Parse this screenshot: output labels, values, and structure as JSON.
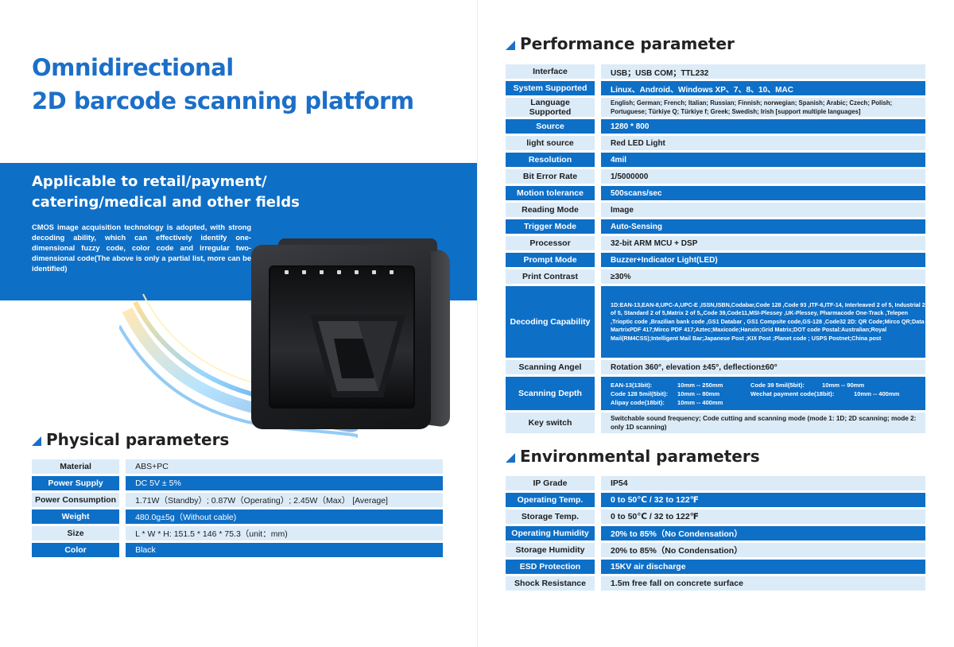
{
  "title": {
    "line1": "Omnidirectional",
    "line2": "2D barcode scanning platform"
  },
  "banner": {
    "heading1": "Applicable to retail/payment/",
    "heading2": "catering/medical and other fields",
    "text": "CMOS image acquisition technology is adopted, with strong decoding ability, which can effectively identify one-dimensional fuzzy code, color code and irregular two-dimensional code(The above is only a partial list, more can be identified)"
  },
  "physical": {
    "title": "Physical parameters",
    "rows": [
      {
        "key": "Material",
        "value": "ABS+PC"
      },
      {
        "key": "Power Supply",
        "value": "DC 5V ± 5%"
      },
      {
        "key": "Power Consumption",
        "value": "1.71W（Standby）; 0.87W（Operating）; 2.45W（Max） [Average]"
      },
      {
        "key": "Weight",
        "value": "480.0g±5g（Without cable)"
      },
      {
        "key": "Size",
        "value": "L * W * H:  151.5 * 146 * 75.3（unit：mm)"
      },
      {
        "key": "Color",
        "value": "Black"
      }
    ]
  },
  "performance": {
    "title": "Performance parameter",
    "rows": [
      {
        "key": "Interface",
        "value": "USB；USB COM；TTL232"
      },
      {
        "key": "System Supported",
        "value": "Linux、Android、Windows XP、7、8、10、MAC"
      },
      {
        "key": "Language Supported",
        "value": "English; German; French; Italian; Russian; Finnish; norwegian; Spanish; Arabic; Czech; Polish; Portuguese; Türkiye Q; Türkiye f; Greek; Swedish; Irish [support multiple languages]"
      },
      {
        "key": "Source",
        "value": "1280 * 800"
      },
      {
        "key": "light source",
        "value": "Red LED Light"
      },
      {
        "key": "Resolution",
        "value": "4mil"
      },
      {
        "key": "Bit Error Rate",
        "value": "1/5000000"
      },
      {
        "key": "Motion tolerance",
        "value": "500scans/sec"
      },
      {
        "key": "Reading Mode",
        "value": "Image"
      },
      {
        "key": "Trigger Mode",
        "value": "Auto-Sensing"
      },
      {
        "key": "Processor",
        "value": "32-bit ARM MCU + DSP"
      },
      {
        "key": "Prompt Mode",
        "value": "Buzzer+Indicator Light(LED)"
      },
      {
        "key": "Print Contrast",
        "value": "≥30%"
      },
      {
        "key": "Decoding Capability",
        "value": "1D:EAN-13,EAN-8,UPC-A,UPC-E ,ISSN,ISBN,Codabar,Code 128 ,Code 93 ,ITF-6,ITF-14, Interleaved 2 of 5, Industrial 2 of 5, Standard 2 of 5,Matrix 2 of 5,,Code 39,Code11,MSI-Plessey ,UK-Plessey, Pharmacode One-Track ,Telepen ,Trioptic code ,Brazilian bank code ,GS1 Databar , GS1 Compsite code,GS-128 ,Code32  2D: QR Code;Mirco QR;Data MartrixPDF 417;Mirco PDF 417;Aztec;Maxicode;Hanxin;Grid Matrix;DOT code Postal:Australian;Royal Mail(RM4CSS);Intelligent Mail Bar;Japanese Post ;KIX Post ;Planet code ; USPS Postnet;China post"
      },
      {
        "key": "Scanning Angel",
        "value": "Rotation 360°, elevation ±45°, deflection±60°"
      },
      {
        "key": "Scanning Depth",
        "value": ""
      },
      {
        "key": "Key switch",
        "value": "Switchable sound frequency; Code cutting and scanning mode (mode 1: 1D; 2D scanning; mode 2: only 1D scanning)"
      }
    ],
    "depth": [
      {
        "label": "EAN-13(13bit):",
        "range": "10mm -- 250mm"
      },
      {
        "label": "Code 39 5mil(5bit):",
        "range": "10mm -- 90mm"
      },
      {
        "label": "Code 128 5mil(5bit):",
        "range": "10mm -- 80mm"
      },
      {
        "label": "Wechat payment code(18bit):",
        "range": "10mm -- 400mm"
      },
      {
        "label": "Alipay code(18bit):",
        "range": "10mm -- 400mm"
      }
    ]
  },
  "environmental": {
    "title": "Environmental parameters",
    "rows": [
      {
        "key": "IP Grade",
        "value": "IP54"
      },
      {
        "key": "Operating Temp.",
        "value": "0 to 50℃ / 32 to 122℉"
      },
      {
        "key": "Storage Temp.",
        "value": "0 to 50℃ / 32 to 122℉"
      },
      {
        "key": "Operating Humidity",
        "value": "20% to 85%（No Condensation）"
      },
      {
        "key": "Storage Humidity",
        "value": "20% to 85%（No Condensation）"
      },
      {
        "key": "ESD Protection",
        "value": "15KV air discharge"
      },
      {
        "key": "Shock Resistance",
        "value": "1.5m free fall on concrete surface"
      }
    ]
  },
  "colors": {
    "blue": "#0e6fc7",
    "light_blue": "#dcebf8",
    "title_blue": "#1c6fc8"
  }
}
